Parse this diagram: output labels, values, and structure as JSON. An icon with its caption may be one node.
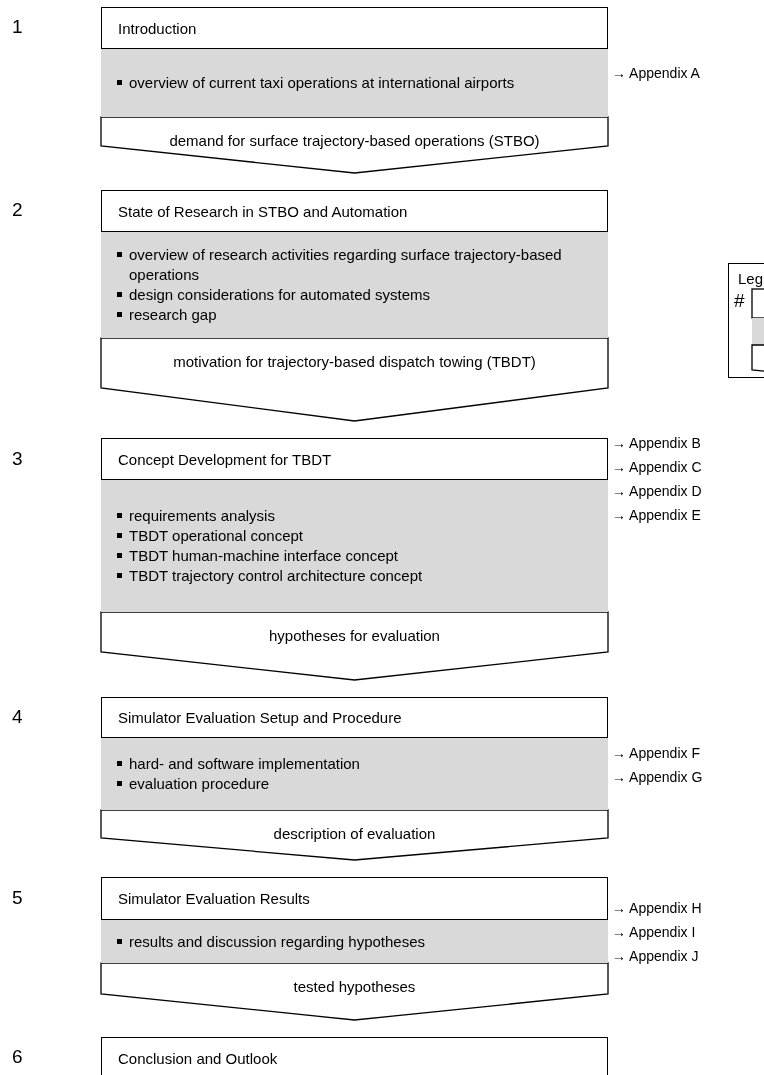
{
  "diagram": {
    "nodes": [
      {
        "text": [
          "Introduction"
        ]
      },
      {
        "text": [
          "overview of current taxi operations at international airports"
        ]
      },
      {
        "text": [
          "State of Research in STBO and Automation"
        ]
      },
      {
        "text": [
          "overview of research activities regarding surface trajectory-based operations",
          "design considerations for automated systems",
          "research gap"
        ]
      },
      {
        "text": [
          "Concept Development for TBDT"
        ]
      },
      {
        "text": [
          "requirements analysis",
          "TBDT operational concept",
          "TBDT human-machine interface concept",
          "TBDT trajectory control architecture concept"
        ]
      },
      {
        "text": [
          "Simulator Evaluation Setup and Procedure"
        ]
      },
      {
        "text": [
          "hard- and software implementation",
          "evaluation procedure"
        ]
      },
      {
        "text": [
          "Simulator Evaluation Results"
        ]
      },
      {
        "text": [
          "results and discussion regarding hypotheses"
        ]
      },
      {
        "text": [
          "Conclusion and Outlook"
        ]
      },
      {
        "text": [
          "Leg"
        ]
      }
    ],
    "edges": [
      {
        "from": 1,
        "to": 2,
        "arrow": "to",
        "label": "demand for surface trajectory-based operations (STBO)"
      },
      {
        "from": 3,
        "to": 4,
        "arrow": "to",
        "label": "motivation for trajectory-based dispatch towing (TBDT)"
      },
      {
        "from": 5,
        "to": 6,
        "arrow": "to",
        "label": "hypotheses for evaluation"
      },
      {
        "from": 7,
        "to": 8,
        "arrow": "to",
        "label": "description of evaluation"
      },
      {
        "from": 9,
        "to": 10,
        "arrow": "to",
        "label": "tested hypotheses"
      }
    ],
    "labels": [
      "1",
      "→ Appendix A",
      "2",
      "#",
      "3",
      "→ Appendix B",
      "→ Appendix C",
      "→ Appendix D",
      "→ Appendix E",
      "4",
      "→ Appendix F",
      "→ Appendix G",
      "5",
      "→ Appendix H",
      "→ Appendix I",
      "→ Appendix J",
      "6"
    ]
  }
}
